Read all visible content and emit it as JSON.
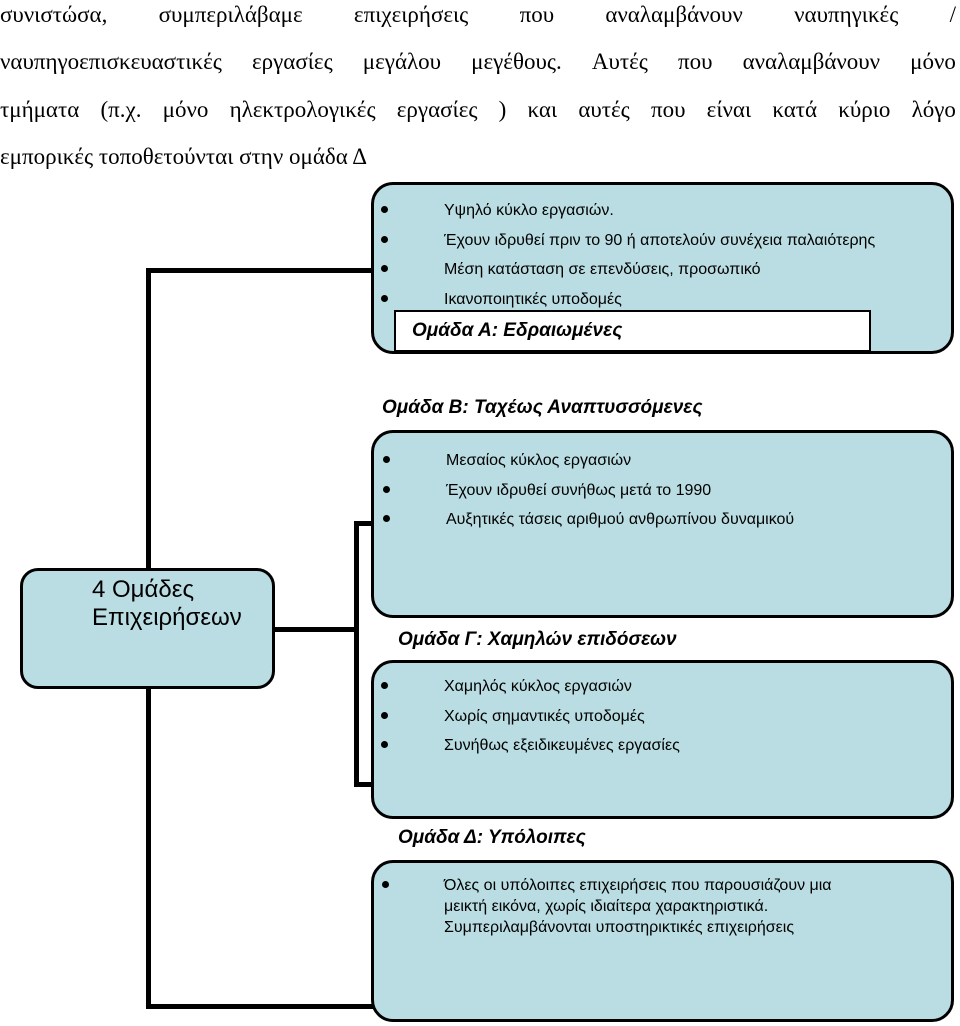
{
  "intro": {
    "line1": [
      "συνιστώσα,",
      "συμπεριλάβαμε",
      "επιχειρήσεις",
      "που",
      "αναλαμβάνουν",
      "ναυπηγικές",
      "/"
    ],
    "line2": [
      "ναυπηγοεπισκευαστικές",
      "εργασίες",
      "μεγάλου",
      "μεγέθους.",
      "Αυτές",
      "που",
      "αναλαμβάνουν",
      "μόνο"
    ],
    "line3": [
      "τμήματα",
      "(π.χ.",
      "μόνο",
      "ηλεκτρολογικές",
      "εργασίες",
      ")",
      "και",
      "αυτές",
      "που",
      "είναι",
      "κατά",
      "κύριο",
      "λόγο"
    ],
    "line4": "εμπορικές τοποθετούνται στην ομάδα Δ"
  },
  "root": {
    "line1": "4 Ομάδες",
    "line2": "Επιχειρήσεων"
  },
  "groups": {
    "a": {
      "title": "Ομάδα Α: Εδραιωμένες",
      "items": [
        "Υψηλό κύκλο εργασιών.",
        "Έχουν ιδρυθεί πριν το 90 ή αποτελούν συνέχεια παλαιότερης",
        "Μέση κατάσταση σε επενδύσεις, προσωπικό",
        "Ικανοποιητικές υποδομές"
      ]
    },
    "b": {
      "title": "Ομάδα Β: Ταχέως Αναπτυσσόμενες",
      "items": [
        "Μεσαίος κύκλος εργασιών",
        "Έχουν ιδρυθεί συνήθως μετά το 1990",
        "Αυξητικές τάσεις αριθμού ανθρωπίνου δυναμικού"
      ]
    },
    "c": {
      "title": "Ομάδα Γ: Χαμηλών επιδόσεων",
      "items": [
        "Χαμηλός κύκλος εργασιών",
        "Χωρίς σημαντικές υποδομές",
        "Συνήθως εξειδικευμένες εργασίες"
      ]
    },
    "d": {
      "title": "Ομάδα Δ: Υπόλοιπες",
      "lines": [
        "Όλες οι υπόλοιπες επιχειρήσεις που παρουσιάζουν μια",
        "μεικτή εικόνα, χωρίς ιδιαίτερα χαρακτηριστικά.",
        "Συμπεριλαμβάνονται υποστηρικτικές επιχειρήσεις"
      ]
    }
  }
}
